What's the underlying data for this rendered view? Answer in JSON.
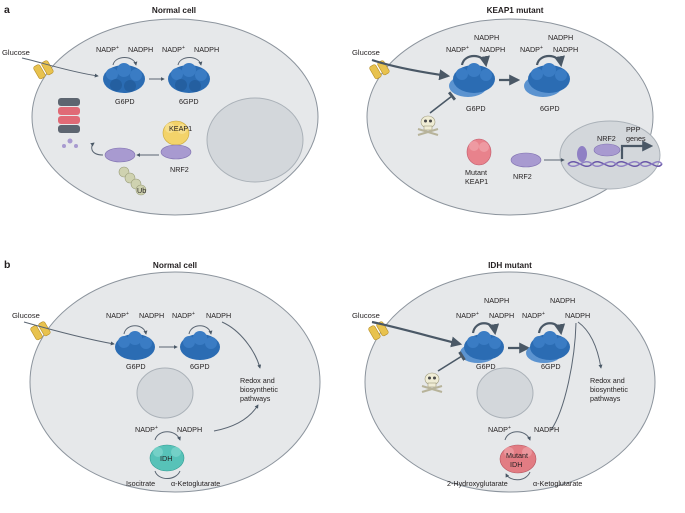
{
  "panels": [
    {
      "letter": "a",
      "left_title": "Normal cell",
      "right_title": "KEAP1 mutant"
    },
    {
      "letter": "b",
      "left_title": "Normal cell",
      "right_title": "IDH mutant"
    }
  ],
  "labels": {
    "glucose": "Glucose",
    "nadp": "NADP",
    "plus": "+",
    "nadph": "NADPH",
    "g6pd": "G6PD",
    "sixgpd": "6GPD",
    "keap1": "KEAP1",
    "nrf2": "NRF2",
    "ub": "Ub",
    "mutant": "Mutant",
    "ppp": "PPP",
    "genes": "genes",
    "redox1": "Redox and",
    "redox2": "biosynthetic",
    "redox3": "pathways",
    "idh": "IDH",
    "mutant_idh1": "Mutant",
    "mutant_idh2": "IDH",
    "isocitrate": "Isocitrate",
    "akg": "α-Ketoglutarate",
    "hg": "2-Hydroxyglutarate"
  },
  "colors": {
    "cell": "#e6e8ea",
    "cell_stroke": "#8c949d",
    "nucleus": "#d3d7db",
    "enzyme": "#2b6cb3",
    "enzyme_light": "#5b93d0",
    "keap1": "#f3d36a",
    "mutant_keap1": "#e8828c",
    "nrf2": "#a89ad0",
    "idh": "#57c2b8",
    "mutant_idh": "#e27c83",
    "transporter": "#e8c24e"
  }
}
